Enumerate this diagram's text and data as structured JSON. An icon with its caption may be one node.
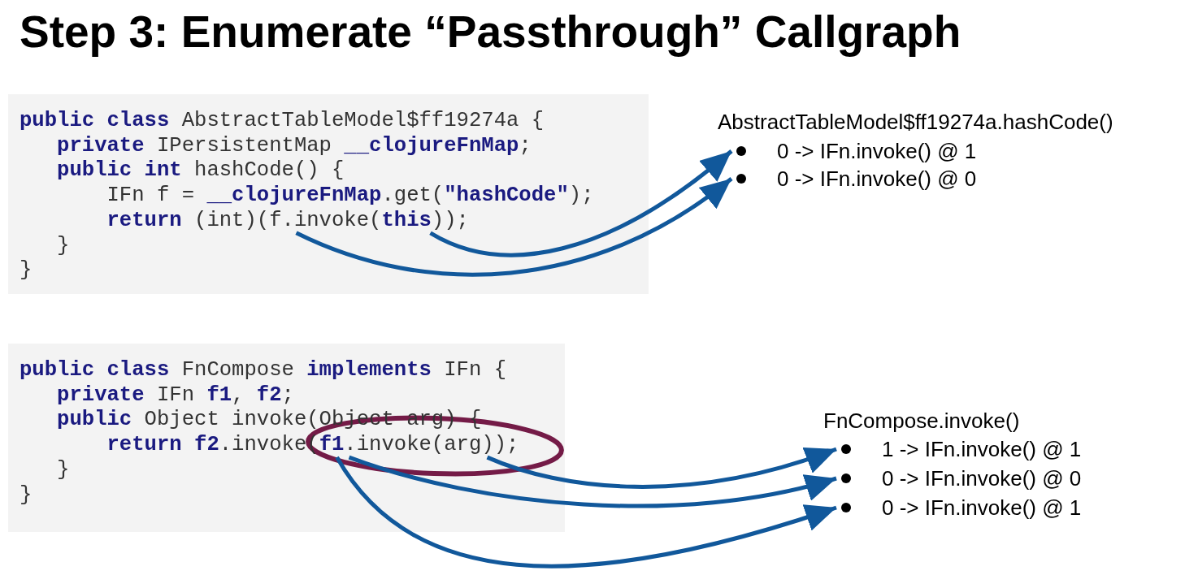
{
  "diagram": {
    "title": "Step 3: Enumerate “Passthrough” Callgraph",
    "nodes": [
      {
        "text": [],
        "shape": "box"
      },
      {
        "text": [
          "**public class** AbstractTableModel$ff19274a {"
        ],
        "in": 0
      },
      {
        "text": [
          "**private** IPersistentMap **__clojureFnMap**;"
        ],
        "in": 0
      },
      {
        "text": [
          "**public int** hashCode() {"
        ],
        "in": 0
      },
      {
        "text": [
          "IFn f = **__clojureFnMap**.get(**\"hashCode\"**);"
        ],
        "in": 0
      },
      {
        "text": [
          "**return** (int)(f.invoke(**this**));"
        ],
        "in": 0
      },
      {
        "text": [
          "}"
        ],
        "in": 0
      },
      {
        "text": [
          "}"
        ],
        "in": 0
      },
      {
        "text": [],
        "shape": "box"
      },
      {
        "text": [
          "**public class** FnCompose **implements** IFn {"
        ],
        "in": 8
      },
      {
        "text": [
          "**private** IFn **f1**, **f2**;"
        ],
        "in": 8
      },
      {
        "text": [
          "**public** Object invoke(Object arg) {"
        ],
        "in": 8
      },
      {
        "text": [
          "**return** **f2**.invoke(**f1**.invoke(arg));"
        ],
        "in": 8
      },
      {
        "text": [
          "}"
        ],
        "in": 8
      },
      {
        "text": [
          "}"
        ],
        "in": 8
      },
      {
        "text": [
          "0 -> IFn.invoke() @ 1"
        ]
      },
      {
        "text": [
          "0 -> IFn.invoke() @ 0"
        ]
      },
      {
        "text": [
          "1 -> IFn.invoke() @ 1"
        ]
      },
      {
        "text": [
          "0 -> IFn.invoke() @ 0"
        ]
      },
      {
        "text": [
          "0 -> IFn.invoke() @ 1"
        ]
      }
    ],
    "edges": [
      {
        "from": 5,
        "to": 15,
        "arrow": "to"
      },
      {
        "from": 5,
        "to": 16,
        "arrow": "to"
      },
      {
        "from": 12,
        "to": 17,
        "arrow": "to"
      },
      {
        "from": 12,
        "to": 18,
        "arrow": "to"
      },
      {
        "from": 12,
        "to": 19,
        "arrow": "to"
      }
    ],
    "labels": [
      "AbstractTableModel$ff19274a.hashCode()",
      "FnCompose.invoke()"
    ]
  }
}
